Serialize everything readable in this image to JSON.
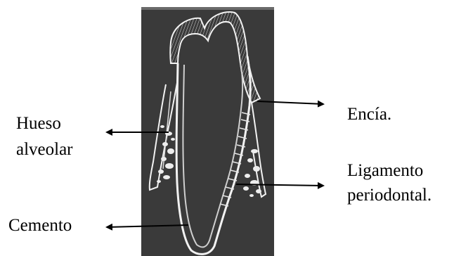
{
  "labels": {
    "hueso_line1": "Hueso",
    "hueso_line2": "alveolar",
    "encia": "Encía.",
    "ligamento_line1": "Ligamento",
    "ligamento_line2": "periodontal.",
    "cemento": "Cemento"
  },
  "colors": {
    "panel_background": "#3a3a3a",
    "tooth_outline": "#f2f2f2",
    "label_text": "#000000",
    "arrow": "#000000",
    "page_background": "#ffffff"
  }
}
